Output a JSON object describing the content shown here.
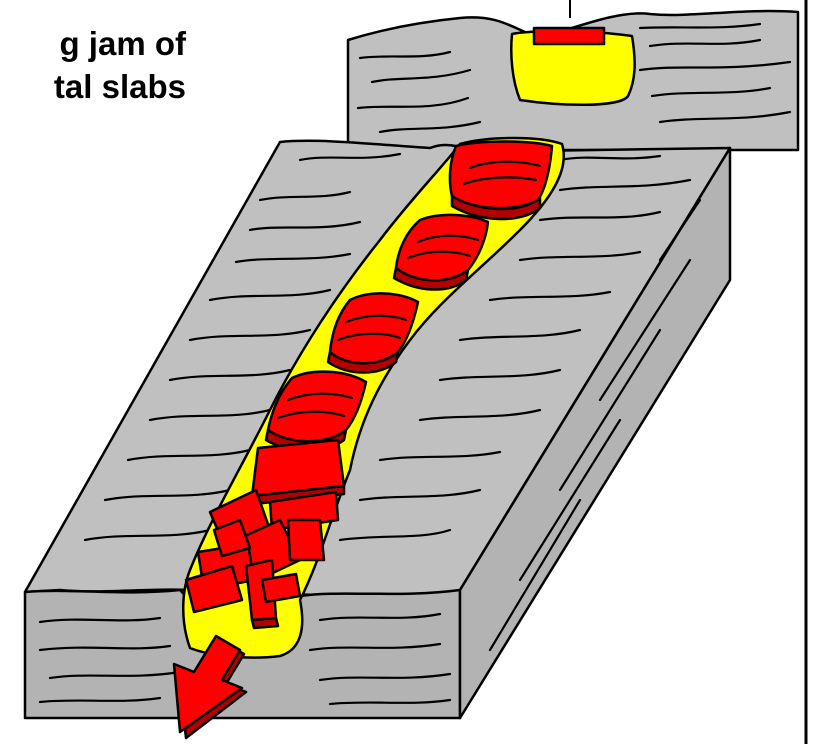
{
  "caption": {
    "line1": "g jam of",
    "line2": "tal slabs"
  },
  "colors": {
    "rock": "#c0c0c0",
    "lava_channel": "#ffff00",
    "crustal_slabs": "#ff0000",
    "outline": "#000000",
    "background": "#ffffff"
  },
  "icons": [
    "flow-direction-arrow"
  ]
}
